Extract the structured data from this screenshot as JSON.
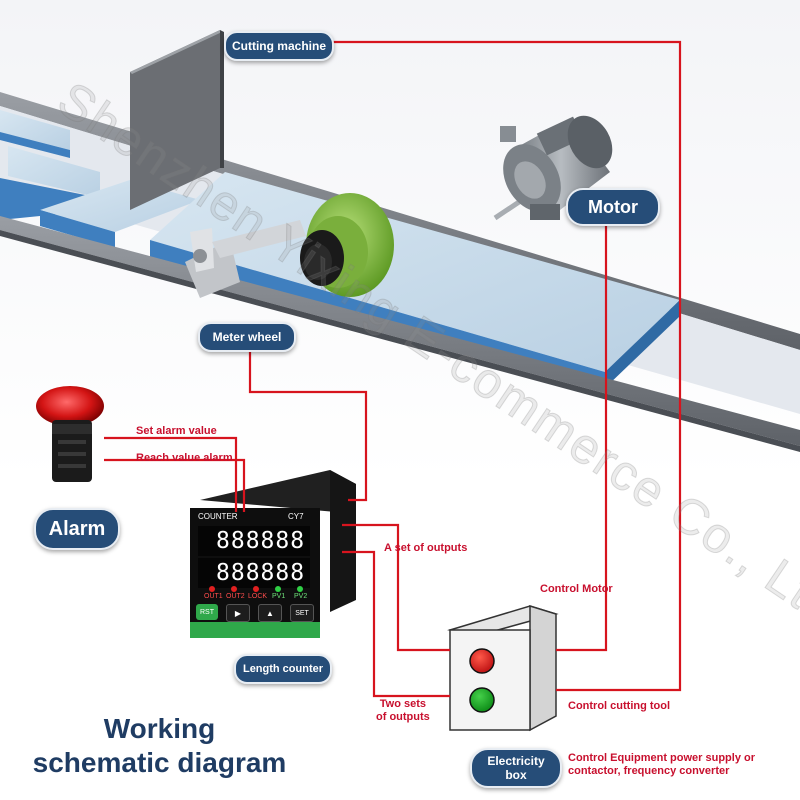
{
  "title": {
    "line1": "Working",
    "line2": "schematic diagram"
  },
  "watermark": "Shenzhen Yixing E-commerce Co., Ltd",
  "labels": {
    "cutting_machine": "Cutting machine",
    "motor": "Motor",
    "meter_wheel": "Meter wheel",
    "alarm": "Alarm",
    "length_counter": "Length counter",
    "electricity_box_line1": "Electricity",
    "electricity_box_line2": "box"
  },
  "annotations": {
    "set_alarm_value": "Set alarm value",
    "reach_value_alarm": "Reach value alarm",
    "a_set_of_outputs": "A set of outputs",
    "two_sets_line1": "Two sets",
    "two_sets_line2": "of outputs",
    "control_motor": "Control Motor",
    "control_cutting_tool": "Control cutting tool",
    "control_equipment_line1": "Control Equipment power supply or",
    "control_equipment_line2": "contactor, frequency converter"
  },
  "counter": {
    "brand": "COUNTER",
    "model": "CY7",
    "display_top": "888888",
    "display_bottom": "888888",
    "indicators": [
      "OUT1",
      "OUT2",
      "LOCK",
      "PV1",
      "PV2"
    ],
    "buttons": [
      "RST",
      "▶",
      "▲",
      "SET"
    ]
  },
  "colors": {
    "wire": "#d7141e",
    "pill": "#264d78",
    "belt": "#3f7fbf",
    "wheel": "#8cc640"
  }
}
